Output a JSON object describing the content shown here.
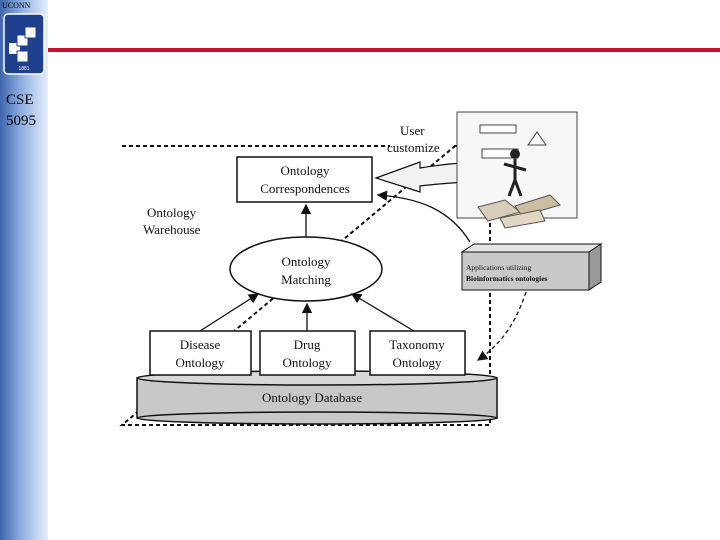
{
  "header": {
    "logo_text": "UCONN",
    "course_line1": "CSE",
    "course_line2": "5095"
  },
  "diagram": {
    "user_customize": [
      "User",
      "customize"
    ],
    "correspondences": [
      "Ontology",
      "Correspondences"
    ],
    "warehouse": [
      "Ontology",
      "Warehouse"
    ],
    "matching": [
      "Ontology",
      "Matching"
    ],
    "applications": [
      "Applications utilizing",
      "Bioinformatics ontologies"
    ],
    "disease": [
      "Disease",
      "Ontology"
    ],
    "drug": [
      "Drug",
      "Ontology"
    ],
    "taxonomy": [
      "Taxonomy",
      "Ontology"
    ],
    "database": "Ontology Database"
  },
  "colors": {
    "accent": "#c8102e",
    "sidebar": "#3f65ad",
    "database": "#c8c8c8"
  }
}
